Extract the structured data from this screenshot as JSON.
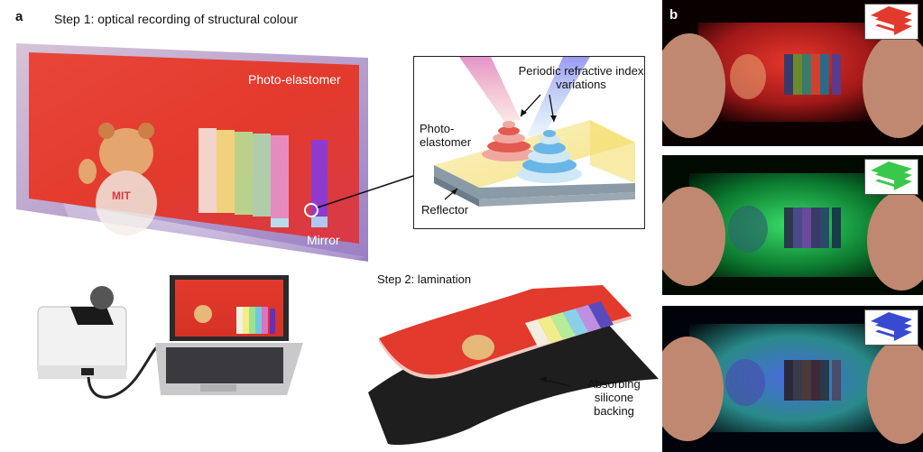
{
  "panels": {
    "a": "a",
    "b": "b"
  },
  "step1": {
    "title": "Step 1: optical recording of structural colour",
    "photo_elastomer_label": "Photo-elastomer",
    "mirror_label": "Mirror",
    "mascot_text": "MIT"
  },
  "inset": {
    "periodic_label": "Periodic refractive index variations",
    "photo_elastomer_label": "Photo-\nelastomer",
    "reflector_label": "Reflector"
  },
  "step2": {
    "title": "Step 2: lamination",
    "backing_label": "Absorbing silicone backing"
  },
  "colors": {
    "red_film": "#e23a2c",
    "green_glow": "#2fd65a",
    "blue_glow": "#3a5bd8",
    "inset_yellow": "#f6e27a",
    "reflector_gray": "#8a9aa6"
  },
  "stack_icons": [
    "red-stack-icon",
    "green-stack-icon",
    "blue-stack-icon"
  ]
}
